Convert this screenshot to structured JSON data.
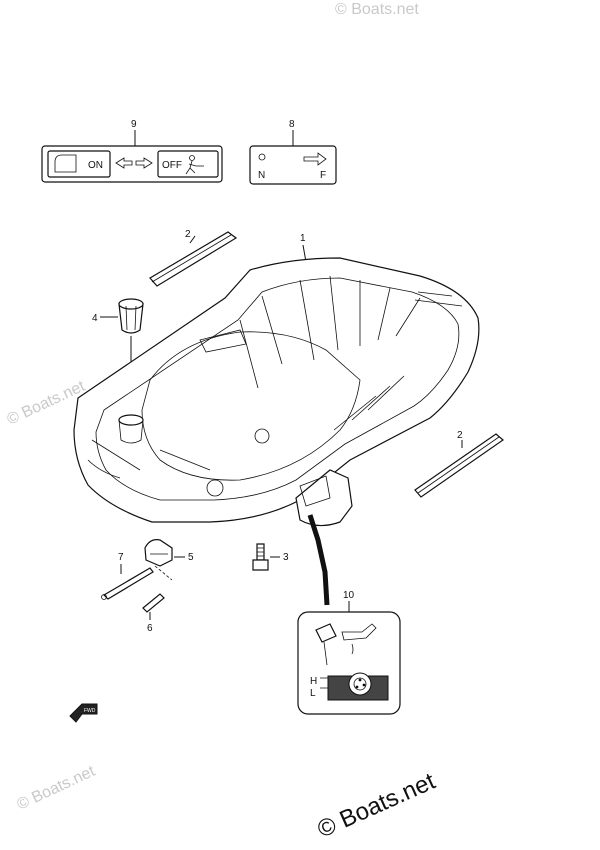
{
  "callouts": {
    "c1": "1",
    "c2a": "2",
    "c2b": "2",
    "c3": "3",
    "c4": "4",
    "c5": "5",
    "c6": "6",
    "c7": "7",
    "c8": "8",
    "c9": "9",
    "c10": "10"
  },
  "decal_9": {
    "on": "ON",
    "off": "OFF"
  },
  "decal_8": {
    "n": "N",
    "f": "F"
  },
  "decal_10": {
    "h": "H",
    "l": "L"
  },
  "fwd_label": "FWD",
  "watermark": {
    "small": "© Boats.net",
    "big": "© Boats.net"
  }
}
